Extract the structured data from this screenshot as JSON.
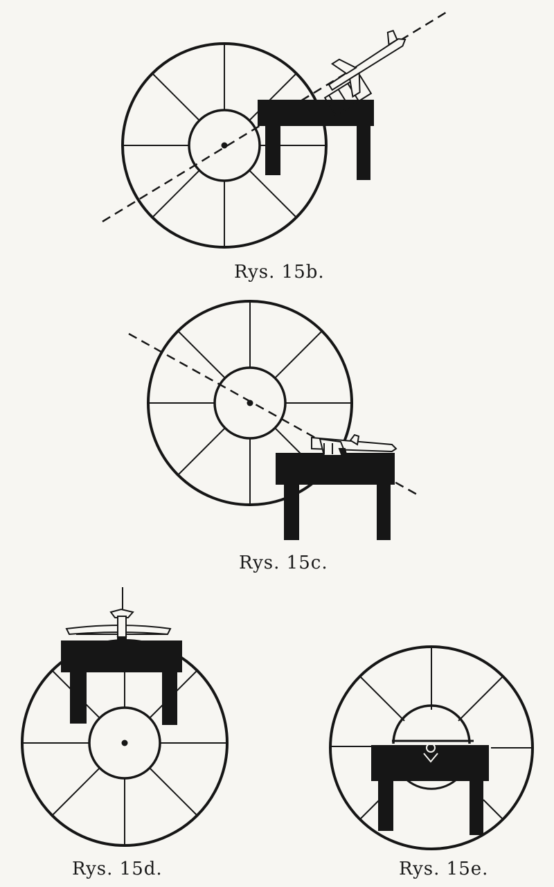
{
  "figures": [
    {
      "id": "15b",
      "caption": "Rys. 15b."
    },
    {
      "id": "15c",
      "caption": "Rys. 15c."
    },
    {
      "id": "15d",
      "caption": "Rys. 15d."
    },
    {
      "id": "15e",
      "caption": "Rys. 15e."
    }
  ],
  "colors": {
    "ink": "#161616",
    "paper": "#f7f6f2"
  }
}
